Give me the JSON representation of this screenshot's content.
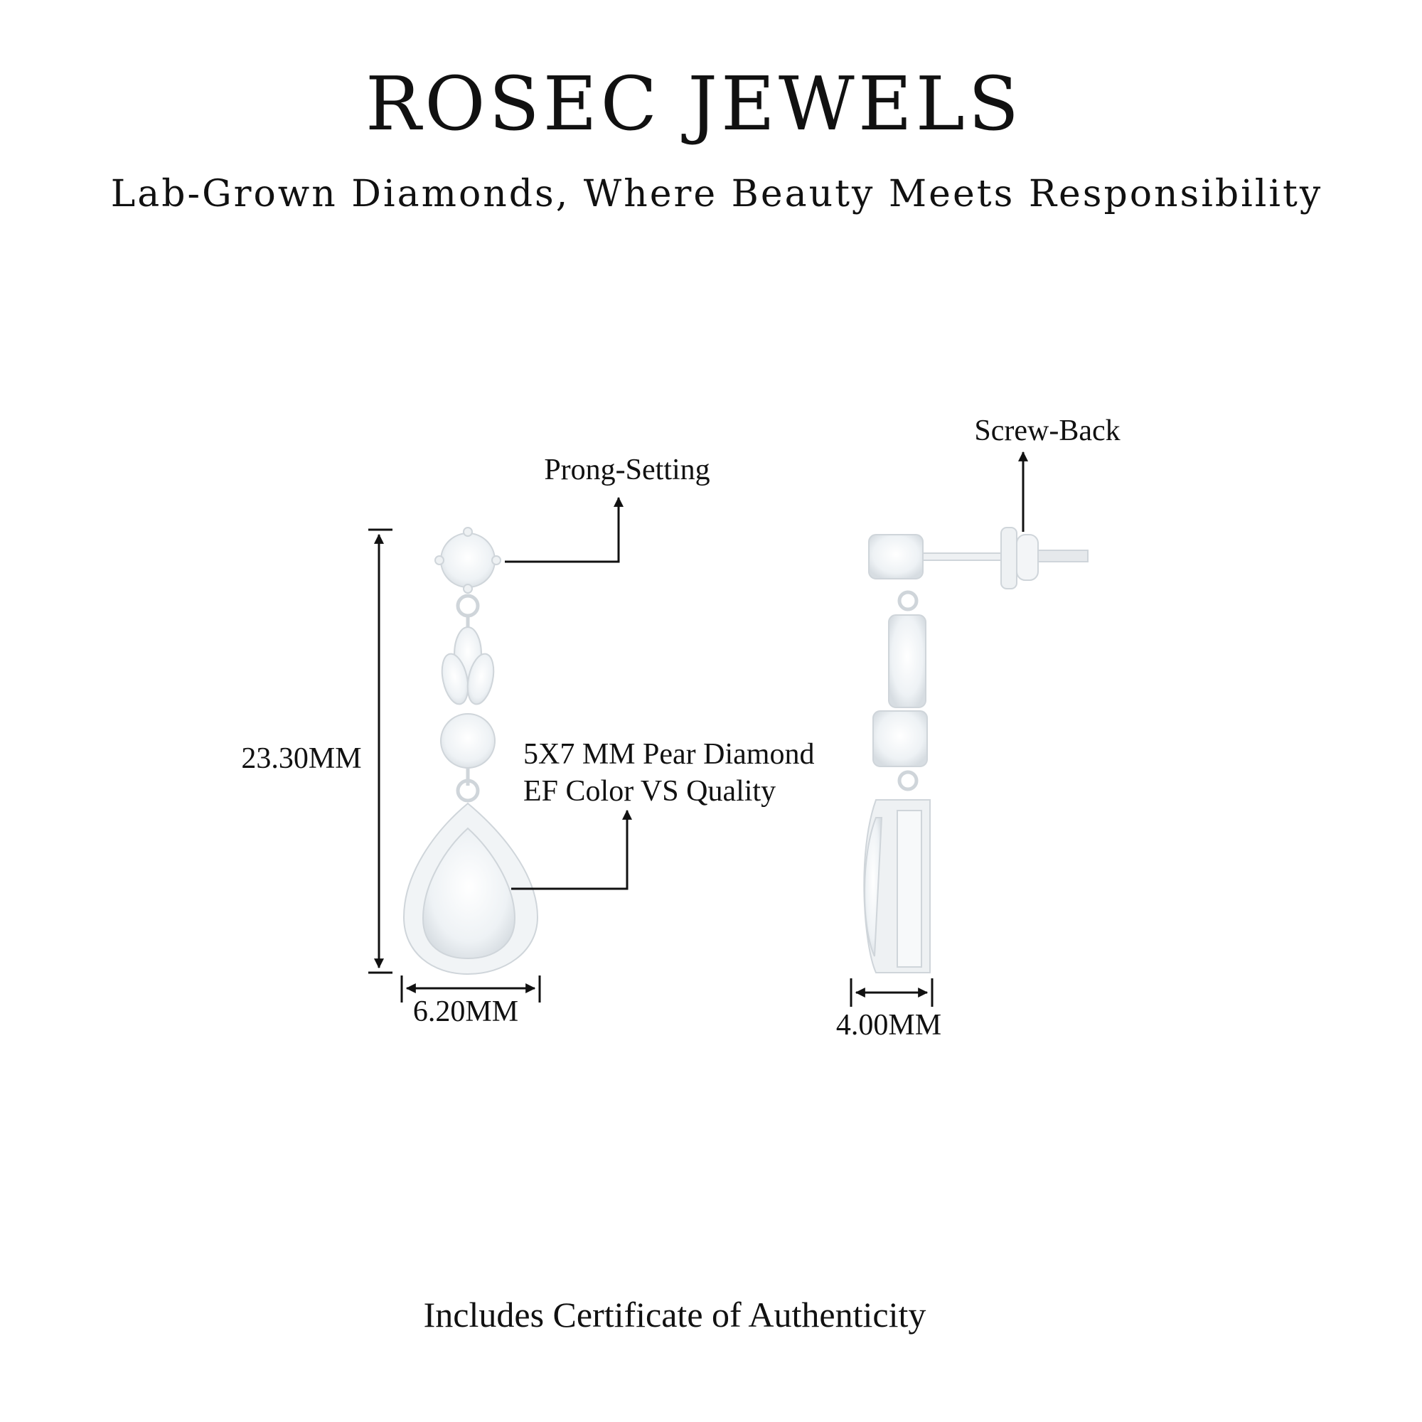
{
  "header": {
    "brand": "ROSEC JEWELS",
    "tagline": "Lab-Grown Diamonds, Where Beauty Meets Responsibility"
  },
  "labels": {
    "prong_setting": "Prong-Setting",
    "screw_back": "Screw-Back",
    "height": "23.30MM",
    "front_width": "6.20MM",
    "side_width": "4.00MM",
    "stone_line1": "5X7 MM Pear Diamond",
    "stone_line2": "EF Color VS Quality"
  },
  "footer": {
    "certificate": "Includes Certificate of Authenticity"
  },
  "colors": {
    "text": "#111111",
    "metal": "#e6e9ec",
    "stone": "#f3f6f8"
  }
}
